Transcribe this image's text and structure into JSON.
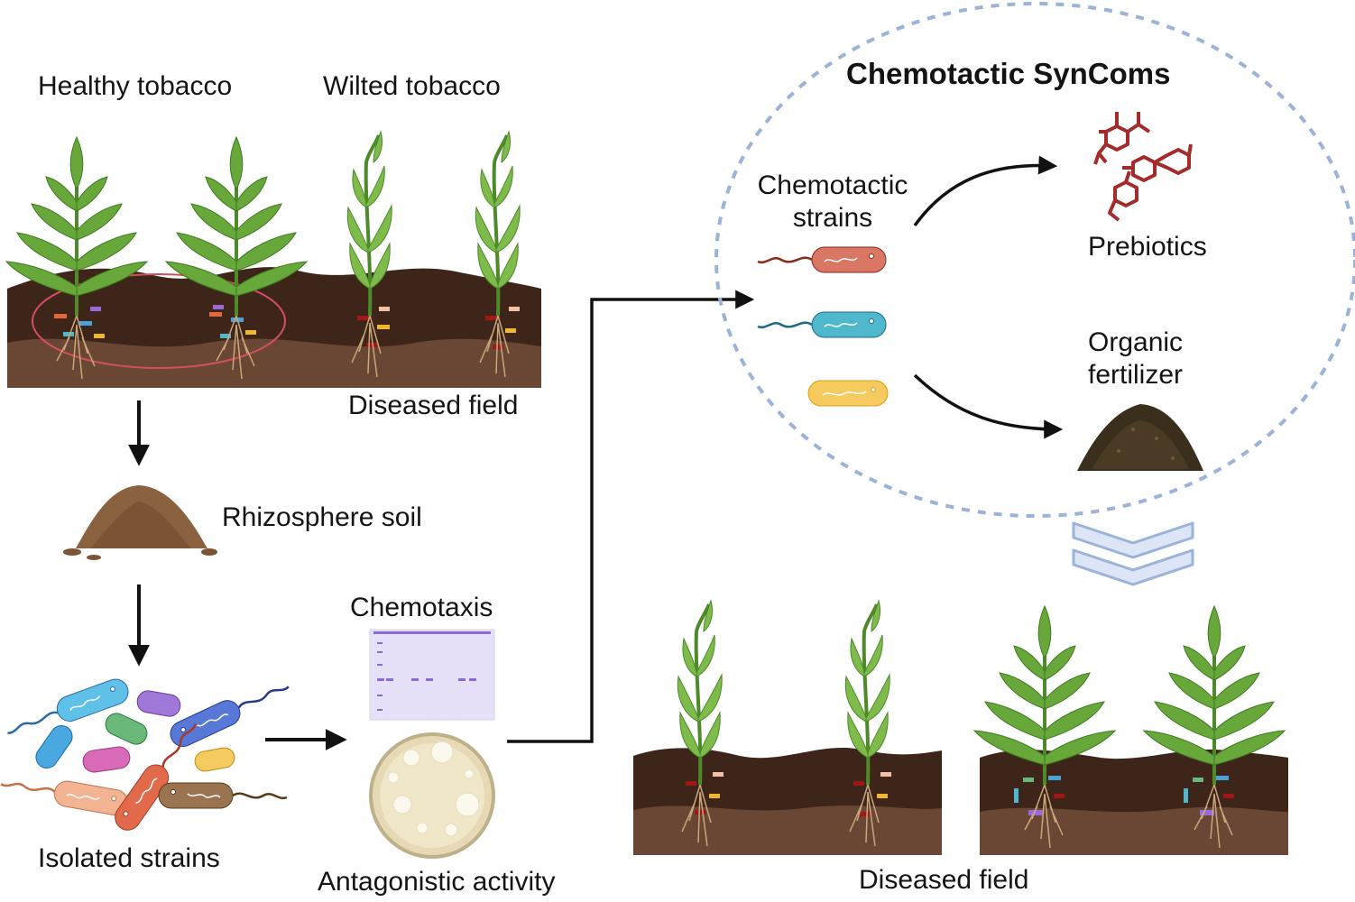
{
  "labels": {
    "healthy_tobacco": "Healthy tobacco",
    "wilted_tobacco": "Wilted tobacco",
    "diseased_field_top": "Diseased field",
    "rhizosphere_soil": "Rhizosphere soil",
    "isolated_strains": "Isolated strains",
    "chemotaxis": "Chemotaxis",
    "antagonistic_activity": "Antagonistic activity",
    "syncoms_title": "Chemotactic SynComs",
    "chemotactic_strains_line1": "Chemotactic",
    "chemotactic_strains_line2": "strains",
    "prebiotics": "Prebiotics",
    "organic_line1": "Organic",
    "organic_line2": "fertilizer",
    "diseased_field_bottom": "Diseased field"
  },
  "colors": {
    "soil_dark": "#3e2519",
    "soil_light": "#6a4634",
    "leaf_healthy": "#68a83a",
    "leaf_wilted": "#7fbb4a",
    "circle_outline": "#9bb2d9",
    "healthy_highlight": "#d25060",
    "molecule": "#a52a2a",
    "strain_red": "#d97664",
    "strain_teal": "#50b8cc",
    "strain_yellow": "#f5ca5e"
  },
  "icons": [
    "tobacco-plant-icon",
    "wilted-plant-icon",
    "soil-pile-icon",
    "bacterium-icon",
    "gel-plate-icon",
    "petri-dish-icon",
    "molecule-icon",
    "fertilizer-pile-icon",
    "chevron-down-icon"
  ]
}
